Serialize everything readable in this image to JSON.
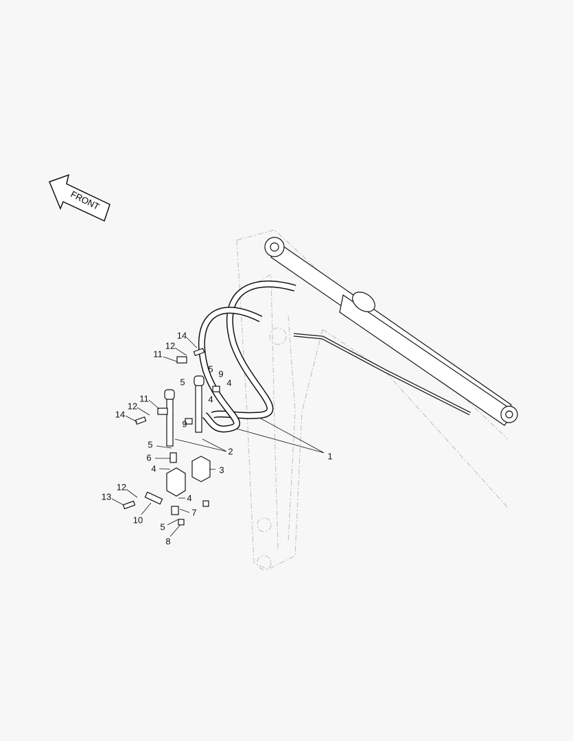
{
  "front_arrow": {
    "label": "FRONT"
  },
  "callouts": [
    {
      "num": "14"
    },
    {
      "num": "12"
    },
    {
      "num": "11"
    },
    {
      "num": "5"
    },
    {
      "num": "9"
    },
    {
      "num": "4"
    },
    {
      "num": "5"
    },
    {
      "num": "4"
    },
    {
      "num": "11"
    },
    {
      "num": "12"
    },
    {
      "num": "14"
    },
    {
      "num": "9"
    },
    {
      "num": "5"
    },
    {
      "num": "2"
    },
    {
      "num": "6"
    },
    {
      "num": "4"
    },
    {
      "num": "3"
    },
    {
      "num": "1"
    },
    {
      "num": "12"
    },
    {
      "num": "13"
    },
    {
      "num": "4"
    },
    {
      "num": "7"
    },
    {
      "num": "10"
    },
    {
      "num": "5"
    },
    {
      "num": "8"
    }
  ]
}
